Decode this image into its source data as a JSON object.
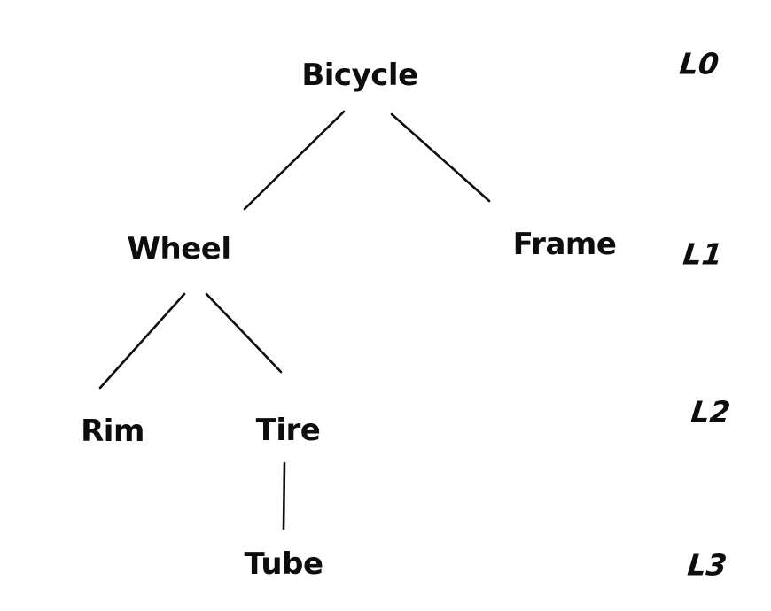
{
  "diagram": {
    "type": "tree",
    "nodes": {
      "bicycle": {
        "label": "Bicycle",
        "level": 0
      },
      "wheel": {
        "label": "Wheel",
        "level": 1
      },
      "frame": {
        "label": "Frame",
        "level": 1
      },
      "rim": {
        "label": "Rim",
        "level": 2
      },
      "tire": {
        "label": "Tire",
        "level": 2
      },
      "tube": {
        "label": "Tube",
        "level": 3
      }
    },
    "edges": [
      {
        "from": "bicycle",
        "to": "wheel"
      },
      {
        "from": "bicycle",
        "to": "frame"
      },
      {
        "from": "wheel",
        "to": "rim"
      },
      {
        "from": "wheel",
        "to": "tire"
      },
      {
        "from": "tire",
        "to": "tube"
      }
    ],
    "level_labels": {
      "l0": {
        "label": "L0"
      },
      "l1": {
        "label": "L1"
      },
      "l2": {
        "label": "L2"
      },
      "l3": {
        "label": "L3"
      }
    },
    "colors": {
      "ink": "#0d0d0d",
      "background": "#ffffff"
    }
  }
}
